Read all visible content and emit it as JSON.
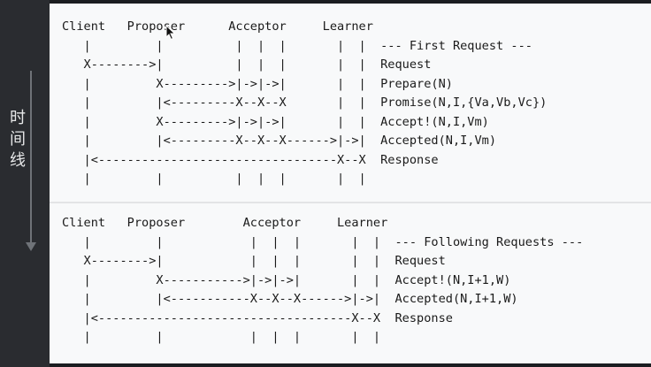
{
  "timeline_label": "时间线",
  "first_block": [
    "Client   Proposer      Acceptor     Learner",
    "   |         |          |  |  |       |  |  --- First Request ---",
    "   X-------->|          |  |  |       |  |  Request",
    "   |         X--------->|->|->|       |  |  Prepare(N)",
    "   |         |<---------X--X--X       |  |  Promise(N,I,{Va,Vb,Vc})",
    "   |         X--------->|->|->|       |  |  Accept!(N,I,Vm)",
    "   |         |<---------X--X--X------>|->|  Accepted(N,I,Vm)",
    "   |<---------------------------------X--X  Response",
    "   |         |          |  |  |       |  |"
  ],
  "following_block": [
    "Client   Proposer        Acceptor     Learner",
    "   |         |            |  |  |       |  |  --- Following Requests ---",
    "   X-------->|            |  |  |       |  |  Request",
    "   |         X----------->|->|->|       |  |  Accept!(N,I+1,W)",
    "   |         |<-----------X--X--X------>|->|  Accepted(N,I+1,W)",
    "   |<-----------------------------------X--X  Response",
    "   |         |            |  |  |       |  |"
  ]
}
